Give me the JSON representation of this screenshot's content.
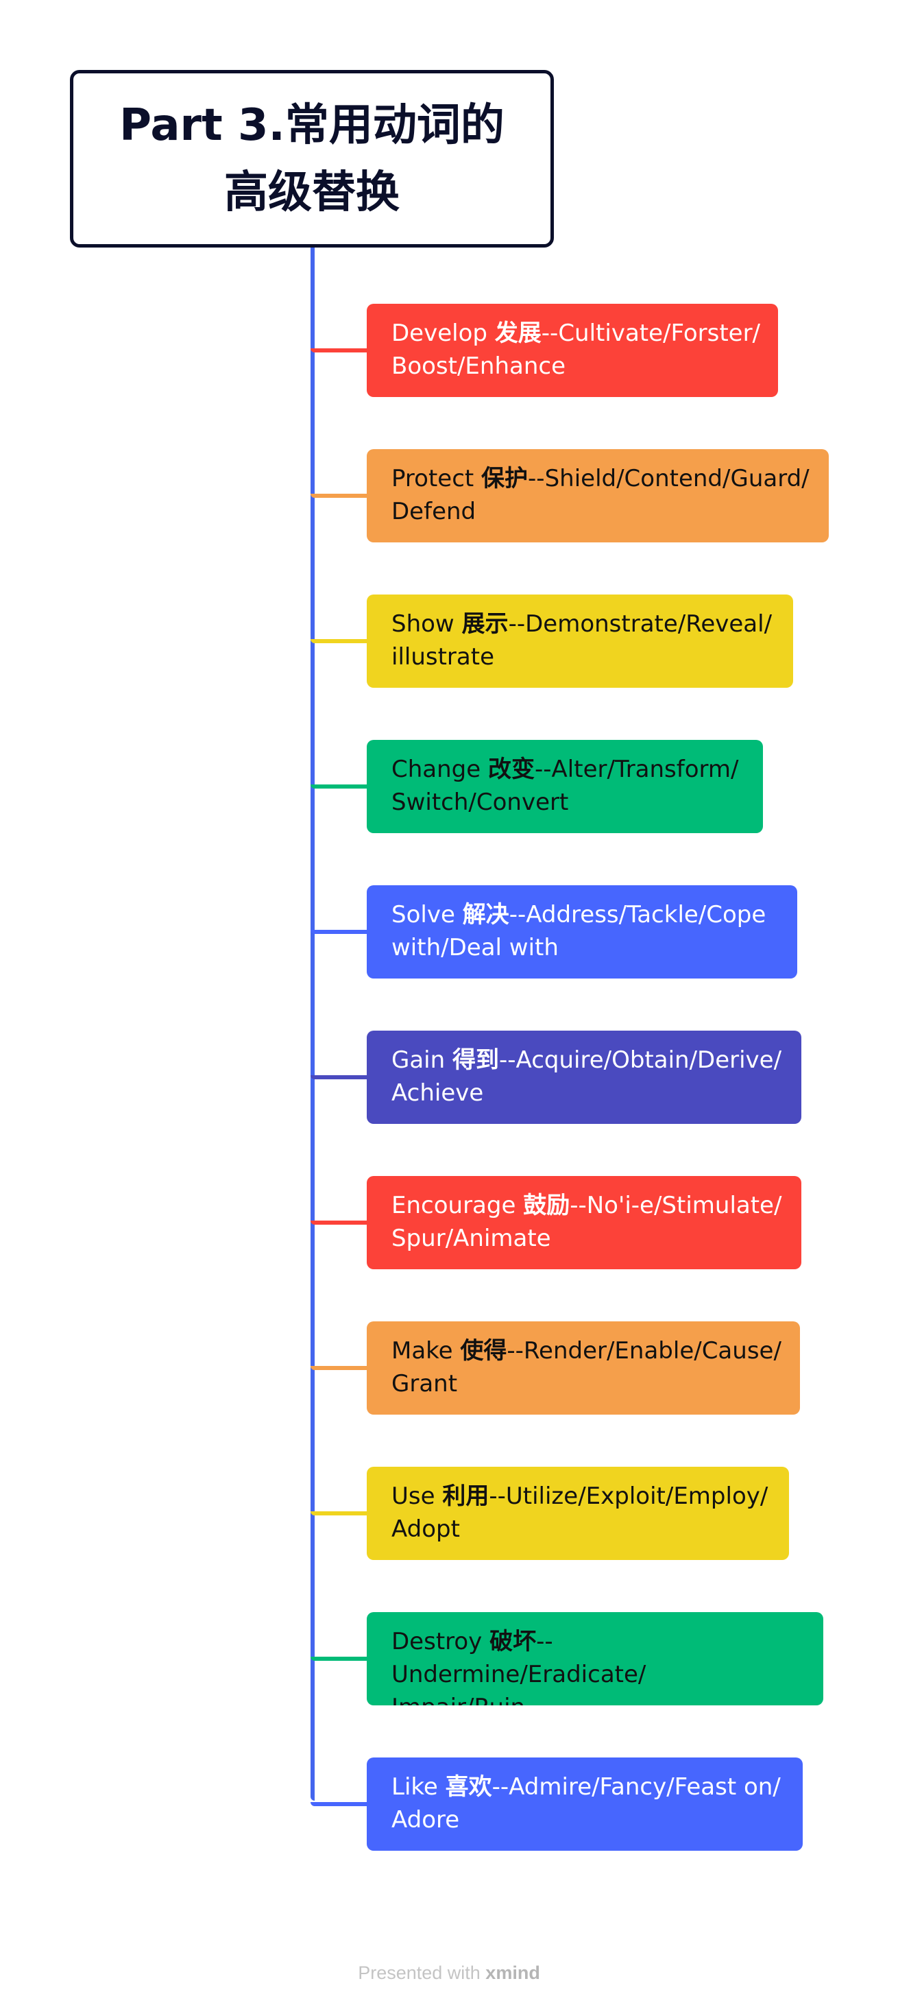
{
  "root": {
    "title": "Part 3.常用动词的\n高级替换"
  },
  "colors": {
    "trunk": "#4466ee",
    "red": "#fc4239",
    "orange": "#f59f4b",
    "yellow": "#f0d41f",
    "green": "#00bb77",
    "blue": "#4766fe",
    "purple": "#4a4abf"
  },
  "nodes": [
    {
      "word": "Develop",
      "cn": "发展",
      "line1": "--Cultivate/Forster/",
      "line2": "Boost/Enhance",
      "color": "#fc4239",
      "text_color": "#ffffff"
    },
    {
      "word": "Protect",
      "cn": "保护",
      "line1": "--Shield/Contend/Guard/",
      "line2": "Defend",
      "color": "#f59f4b",
      "text_color": "#111111"
    },
    {
      "word": "Show",
      "cn": "展示",
      "line1": "--Demonstrate/Reveal/",
      "line2": "illustrate",
      "color": "#f0d41f",
      "text_color": "#111111"
    },
    {
      "word": "Change",
      "cn": "改变",
      "line1": "--Alter/Transform/",
      "line2": "Switch/Convert",
      "color": "#00bb77",
      "text_color": "#111111"
    },
    {
      "word": "Solve",
      "cn": "解决",
      "line1": "--Address/Tackle/Cope",
      "line2": "with/Deal with",
      "color": "#4766fe",
      "text_color": "#ffffff"
    },
    {
      "word": "Gain",
      "cn": "得到",
      "line1": "--Acquire/Obtain/Derive/",
      "line2": "Achieve",
      "color": "#4a4abf",
      "text_color": "#ffffff"
    },
    {
      "word": "Encourage",
      "cn": "鼓励",
      "line1": "--No'i-e/Stimulate/",
      "line2": "Spur/Animate",
      "color": "#fc4239",
      "text_color": "#ffffff"
    },
    {
      "word": "Make",
      "cn": "使得",
      "line1": "--Render/Enable/Cause/",
      "line2": "Grant",
      "color": "#f59f4b",
      "text_color": "#111111"
    },
    {
      "word": "Use",
      "cn": "利用",
      "line1": "--Utilize/Exploit/Employ/",
      "line2": "Adopt",
      "color": "#f0d41f",
      "text_color": "#111111"
    },
    {
      "word": "Destroy",
      "cn": "破坏",
      "line1": "--Undermine/Eradicate/",
      "line2": "Impair/Ruin",
      "color": "#00bb77",
      "text_color": "#111111"
    },
    {
      "word": "Like",
      "cn": "喜欢",
      "line1": "--Admire/Fancy/Feast on/",
      "line2": "Adore",
      "color": "#4766fe",
      "text_color": "#ffffff"
    }
  ],
  "footer": {
    "prefix": "Presented with ",
    "brand": "xmind"
  }
}
